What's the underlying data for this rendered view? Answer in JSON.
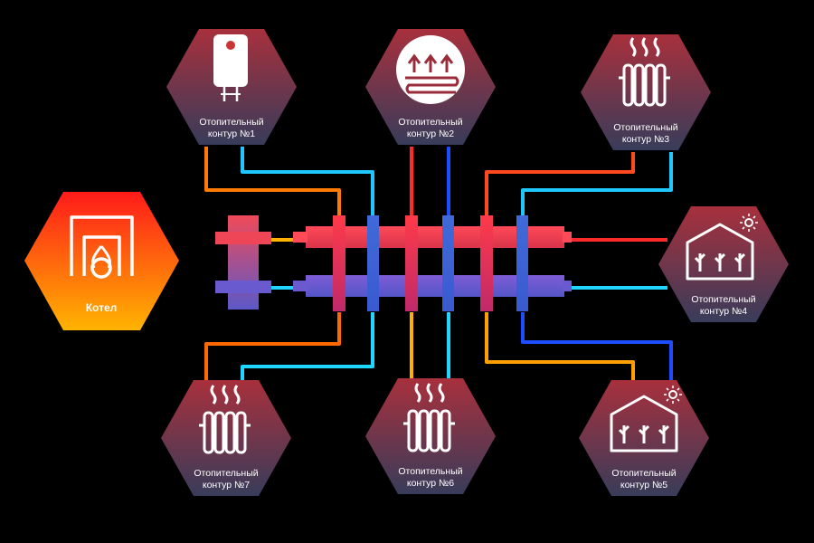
{
  "boiler": {
    "label": "Котел"
  },
  "circuits": [
    {
      "id": 1,
      "line1": "Отопительный",
      "line2": "контур  №1",
      "icon": "water-heater-icon"
    },
    {
      "id": 2,
      "line1": "Отопительный",
      "line2": "контур  №2",
      "icon": "underfloor-heating-icon"
    },
    {
      "id": 3,
      "line1": "Отопительный",
      "line2": "контур  №3",
      "icon": "radiator-icon"
    },
    {
      "id": 4,
      "line1": "Отопительный",
      "line2": "контур  №4",
      "icon": "greenhouse-icon"
    },
    {
      "id": 5,
      "line1": "Отопительный",
      "line2": "контур  №5",
      "icon": "greenhouse-icon"
    },
    {
      "id": 6,
      "line1": "Отопительный",
      "line2": "контур  №6",
      "icon": "radiator-icon"
    },
    {
      "id": 7,
      "line1": "Отопительный",
      "line2": "контур  №7",
      "icon": "radiator-icon"
    }
  ],
  "colors": {
    "background": "#000000",
    "hot": "#ff2a2a",
    "cold": "#1e4dff",
    "hex_top": "#9a2c3a",
    "hex_bottom": "#3a3e5a",
    "boiler_top": "#ff1f1f",
    "boiler_bottom": "#ffb000"
  }
}
